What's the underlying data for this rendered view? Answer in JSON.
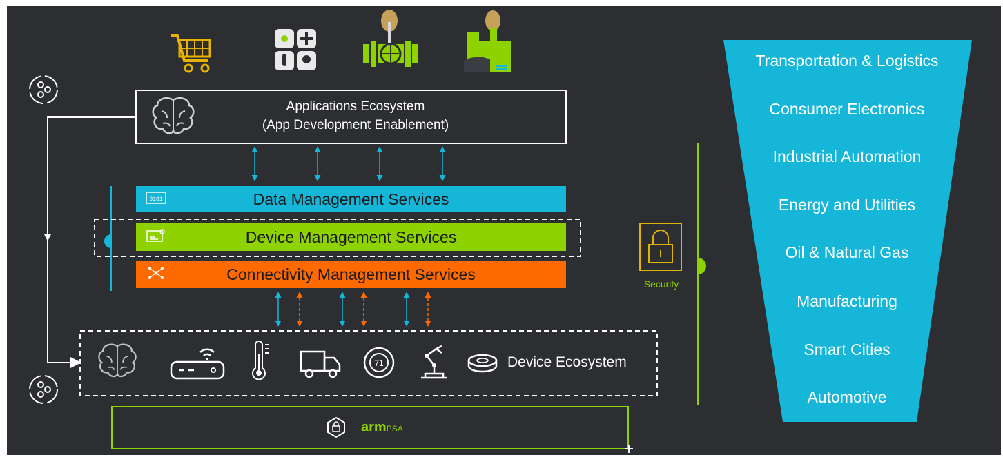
{
  "colors": {
    "background": "#2c2e31",
    "cyan": "#15b6d8",
    "green": "#8ed300",
    "orange": "#ff6a00",
    "security": "#e0b400",
    "cart": "#e7b200",
    "armGreen": "#8ed300"
  },
  "top_icons": [
    "shopping-cart-icon",
    "smart-home-sensors-icon",
    "pipeline-valve-icon",
    "factory-icon"
  ],
  "applications": {
    "line1": "Applications Ecosystem",
    "line2": "(App Development Enablement)",
    "icon": "brain-icon"
  },
  "services": [
    {
      "label": "Data Management Services",
      "icon": "binary-data-icon",
      "color": "#15b6d8"
    },
    {
      "label": "Device Management Services",
      "icon": "device-settings-icon",
      "color": "#8ed300"
    },
    {
      "label": "Connectivity Management Services",
      "icon": "network-nodes-icon",
      "color": "#ff6a00"
    }
  ],
  "security": {
    "label": "Security",
    "icon": "padlock-icon"
  },
  "device_ecosystem": {
    "label": "Device Ecosystem",
    "icons": [
      "brain-icon",
      "router-icon",
      "thermometer-icon",
      "truck-icon",
      "thermostat-icon",
      "robot-arm-icon",
      "puck-sensor-icon"
    ],
    "thermostat_value": "71"
  },
  "arm": {
    "brand": "arm",
    "suffix": "PSA"
  },
  "industries": [
    "Transportation & Logistics",
    "Consumer Electronics",
    "Industrial Automation",
    "Energy and Utilities",
    "Oil & Natural Gas",
    "Manufacturing",
    "Smart Cities",
    "Automotive"
  ]
}
